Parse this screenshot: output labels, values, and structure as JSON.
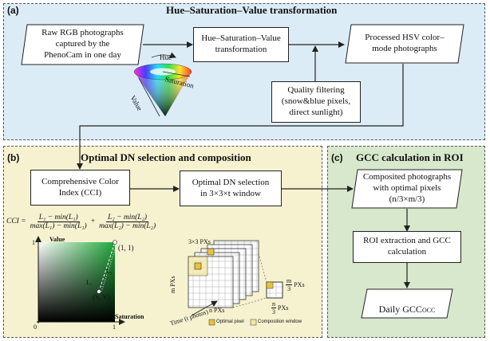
{
  "panel_a": {
    "tag": "(a)",
    "title": "Hue–Saturation–Value transformation",
    "input": "Raw RGB photographs\ncaptured by the\nPhenoCam in one day",
    "process": "Hue–Saturation–Value\ntransformation",
    "output": "Processed HSV color–\nmode photographs",
    "filter": "Quality filtering\n(snow&blue pixels,\ndirect sunlight)",
    "cone": {
      "hue": "Hue",
      "saturation": "Saturation",
      "value": "Value"
    }
  },
  "panel_b": {
    "tag": "(b)",
    "title": "Optimal DN selection and composition",
    "cci_box": "Comprehensive Color\nIndex (CCI)",
    "dn_box": "Optimal DN selection\nin 3×3×t window",
    "formula": {
      "lhs": "CCI =",
      "t1_num": "L₁ − min(L₁)",
      "t1_den": "max(L₁) − min(L₁)",
      "plus": "+",
      "t2_num": "L₂ − min(L₂)",
      "t2_den": "max(L₂) − min(L₂)"
    },
    "sv_plot": {
      "ylabel": "Value",
      "xlabel": "Saturation",
      "origin": "0",
      "x_one": "1",
      "y_one": "1",
      "corner": "(1, 1)",
      "point": "(S, V)",
      "l1": "L₁",
      "l2": "L₂"
    },
    "stack": {
      "top_label": "3×3 PXs",
      "left_label": "m PXs",
      "bottom_label": "n PXs",
      "time_label": "Time (t photos)",
      "m_frac_num": "m",
      "m_frac_den": "3",
      "m_frac_suffix": "PXs",
      "n_frac_num": "n",
      "n_frac_den": "3",
      "n_frac_suffix": "PXs",
      "legend_optimal": "Optimal pixel",
      "legend_window": "Composition window"
    }
  },
  "panel_c": {
    "tag": "(c)",
    "title": "GCC calculation in ROI",
    "composite": "Composited photographs\nwith optimal pixels\n(n/3×m/3)",
    "roi": "ROI extraction and GCC\ncalculation",
    "daily_main": "Daily GCC",
    "daily_sub": "OCC"
  },
  "colors": {
    "panel_a_bg": "#dcecf6",
    "panel_b_bg": "#f6f2d0",
    "panel_c_bg": "#d8e8cc",
    "optimal_pixel": "#e8c23a",
    "composition_window": "#f3e8a6"
  }
}
